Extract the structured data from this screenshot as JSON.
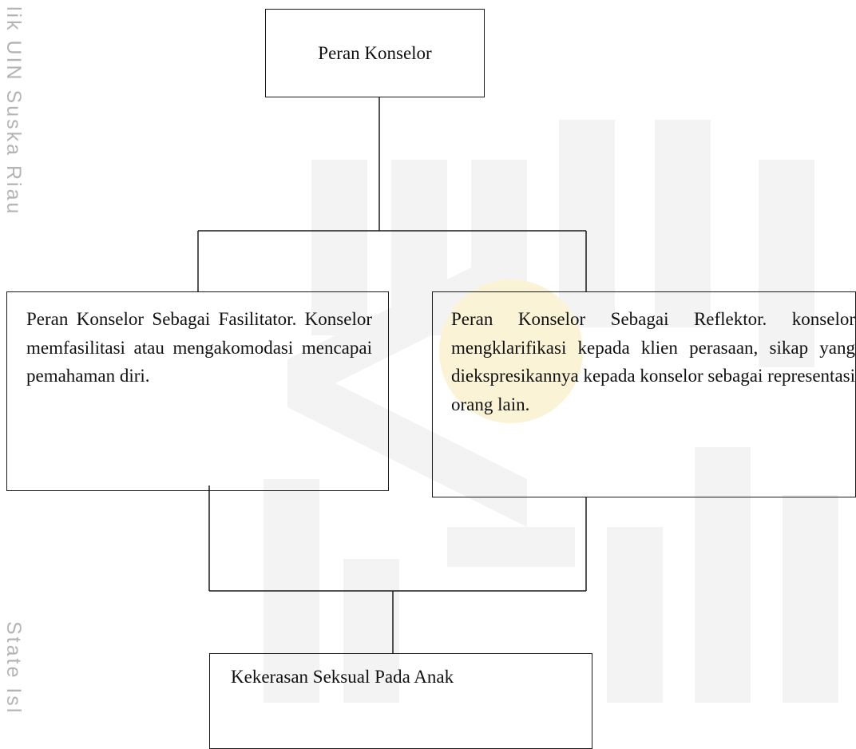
{
  "side_labels": {
    "top": "lik UIN Suska Riau",
    "bottom": "State Isl"
  },
  "nodes": {
    "top": "Peran Konselor",
    "left": "Peran Konselor Sebagai Fasilitator. Konselor memfasilitasi atau mengakomodasi mencapai pemahaman diri.",
    "right": "Peran Konselor Sebagai Reflektor. konselor mengklarifikasi kepada klien perasaan, sikap yang diekspresikannya kepada konselor sebagai representasi orang lain.",
    "bottom": "Kekerasan Seksual Pada Anak"
  }
}
